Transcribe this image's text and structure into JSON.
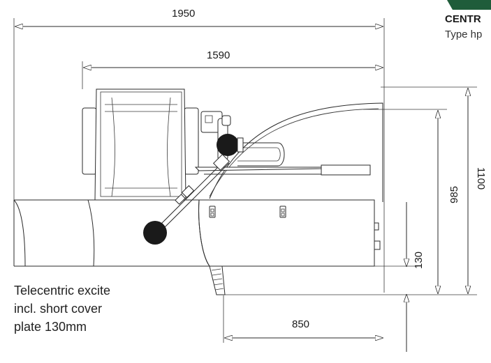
{
  "dimensions": {
    "overall_width": "1950",
    "inner_width": "1590",
    "overall_height": "1100",
    "body_height": "985",
    "cover_plate": "130",
    "front_width": "850"
  },
  "caption": {
    "line1": "Telecentric excite",
    "line2": "incl. short cover",
    "line3": "plate 130mm"
  },
  "brand": {
    "title": "CENTR",
    "subtitle": "Type hp"
  },
  "colors": {
    "line": "#2a2a2a",
    "knob": "#1a1a1a",
    "brand_accent": "#1f5c3a"
  }
}
